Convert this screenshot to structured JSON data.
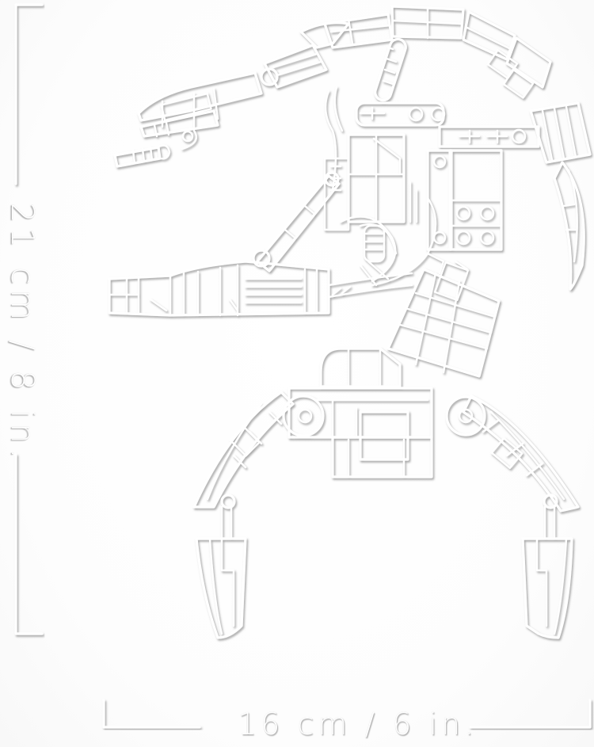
{
  "artwork": {
    "subject": "droid-robot-papercut",
    "material_color": "#ffffff",
    "shadow_color": "#9a9a9a",
    "background_color": "#ffffff"
  },
  "dimensions": {
    "height_label": "21 cm / 8 in.",
    "width_label": "16 cm / 6 in."
  },
  "icons": {
    "height-bracket": "vertical dimension bracket",
    "width-bracket": "horizontal dimension bracket"
  }
}
